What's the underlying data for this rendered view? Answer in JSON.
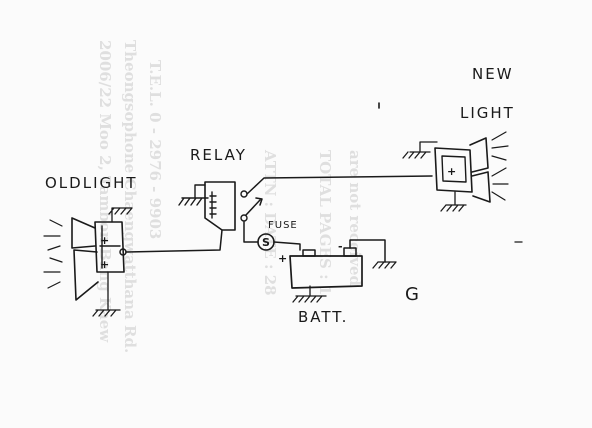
{
  "labels": {
    "new_light_line1": "NEW",
    "new_light_line2": "LIGHT",
    "relay": "RELAY",
    "old_light": "OLDLIGHT",
    "fuse": "FUSE",
    "battery": "BATT.",
    "ground_mark": "G"
  },
  "signs": {
    "plus": "+",
    "minus": "-",
    "switch_symbol": "S"
  }
}
